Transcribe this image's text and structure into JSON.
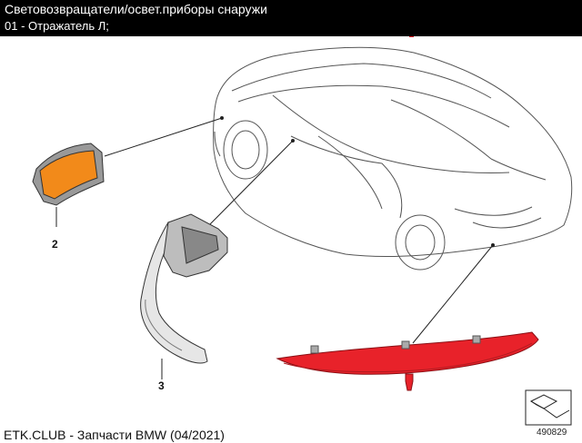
{
  "header": {
    "title": "Световозвращатели/освет.приборы снаружи",
    "subtitle": "01 - Отражатель Л;"
  },
  "callouts": {
    "c2": "2",
    "c3": "3"
  },
  "image_number": "490829",
  "footer": {
    "text": "ETK.CLUB - Запчасти BMW (04/2021)"
  },
  "colors": {
    "header_bg": "#000000",
    "reflector_red": "#e8222a",
    "side_marker_orange": "#f28a1a",
    "selected_part_marker": "#e8222a"
  }
}
